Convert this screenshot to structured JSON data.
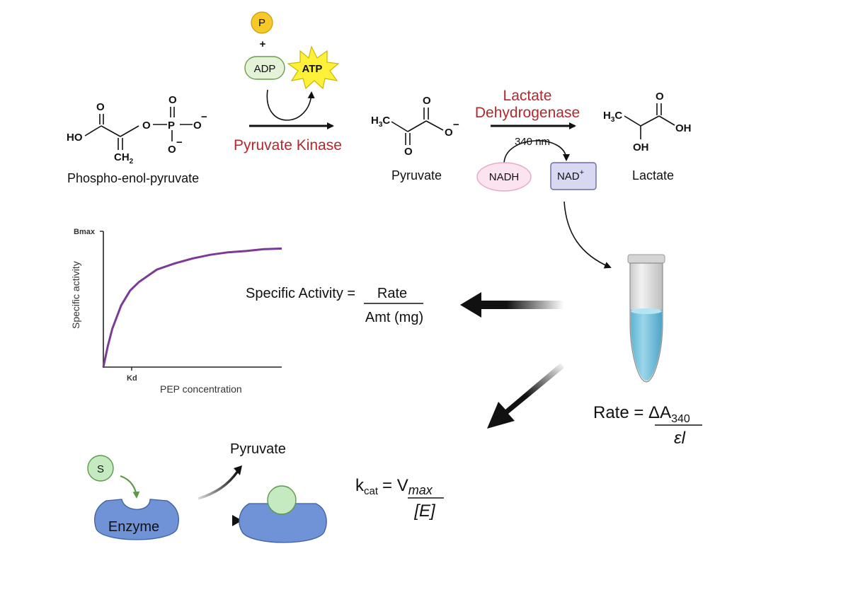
{
  "reaction": {
    "pep": {
      "name": "Phospho-enol-pyruvate",
      "atoms": {
        "ho": "HO",
        "o_carbonyl": "O",
        "o_ester": "O",
        "p": "P",
        "o_top": "O",
        "o_right": "O",
        "o_bottom": "O",
        "minus": "−",
        "ch2": "CH",
        "ch2_sub": "2"
      }
    },
    "pyruvate_kinase": {
      "label": "Pyruvate Kinase",
      "phosphate": "P",
      "plus": "+",
      "adp": "ADP",
      "atp": "ATP"
    },
    "pyruvate": {
      "name": "Pyruvate",
      "atoms": {
        "h3c": "H",
        "h3c_sub": "3",
        "h3c_c": "C",
        "o_top": "O",
        "o_right": "O",
        "o_bottom": "O",
        "minus": "−"
      }
    },
    "lactate_dehydrogenase": {
      "label_line1": "Lactate",
      "label_line2": "Dehydrogenase",
      "wavelength": "340 nm",
      "nadh": "NADH",
      "nad": "NAD",
      "nad_charge": "+"
    },
    "lactate": {
      "name": "Lactate",
      "atoms": {
        "h3c": "H",
        "h3c_sub": "3",
        "h3c_c": "C",
        "o_top": "O",
        "oh_right": "OH",
        "oh_bottom": "OH"
      }
    }
  },
  "equations": {
    "specific_activity": {
      "lhs": "Specific Activity =",
      "numerator": "Rate",
      "denominator": "Amt (mg)"
    },
    "rate": {
      "lhs": "Rate = ΔA",
      "subscript": "340",
      "denominator": "εl"
    },
    "kcat": {
      "k": "k",
      "k_sub": "cat",
      "equals": "= V",
      "v_sub": "max",
      "denominator": "[E]"
    }
  },
  "enzyme_panel": {
    "substrate": "S",
    "enzyme": "Enzyme",
    "product": "Pyruvate"
  },
  "chart_data": {
    "type": "line",
    "title": "",
    "xlabel": "PEP concentration",
    "ylabel": "Specific activity",
    "x_tick_labels": [
      "Kd"
    ],
    "y_tick_labels": [
      "Bmax"
    ],
    "xlim": [
      0,
      10
    ],
    "ylim": [
      0,
      1.1
    ],
    "series": [
      {
        "color": "#7b3a96",
        "x": [
          0,
          0.25,
          0.5,
          1,
          1.5,
          2,
          3,
          4,
          5,
          6,
          7,
          8,
          9,
          10
        ],
        "y": [
          0,
          0.17,
          0.31,
          0.5,
          0.62,
          0.69,
          0.79,
          0.84,
          0.88,
          0.91,
          0.93,
          0.94,
          0.955,
          0.96
        ]
      }
    ]
  },
  "colors": {
    "enzyme_red": "#b3272d",
    "phosphate_fill": "#f7c928",
    "atp_fill": "#fff13a",
    "adp_fill": "#e4f2d8",
    "adp_stroke": "#6a9c4a",
    "nadh_fill": "#fbe3ef",
    "nad_fill": "#d8d8f2",
    "enzyme_fill": "#6f93d6",
    "substrate_fill": "#c5e9c0",
    "curve": "#7b3a96",
    "tube_liquid": "#7fc6e0"
  }
}
